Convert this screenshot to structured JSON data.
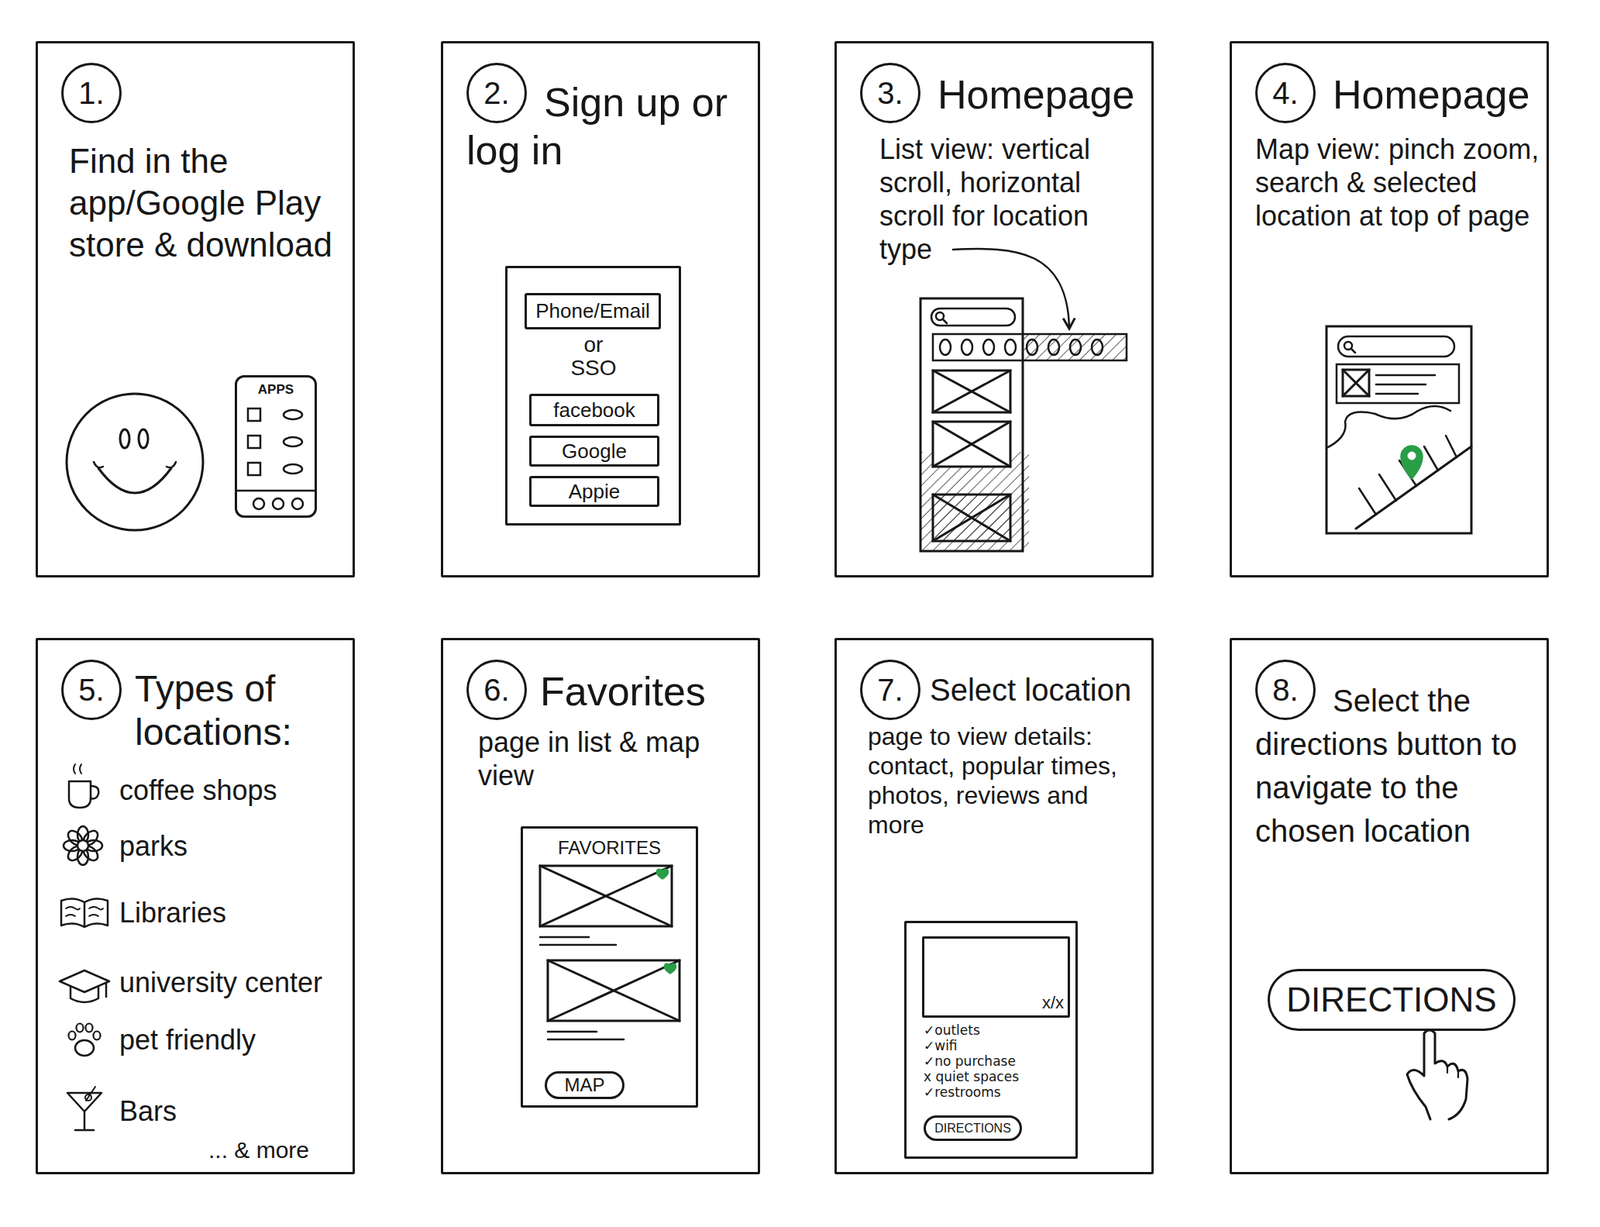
{
  "diagram": {
    "nodes": [
      {
        "text": [
          "1.",
          "Find in the app/Google Play store & download"
        ]
      },
      {
        "text": [
          "APPS"
        ],
        "in": 0
      },
      {
        "text": [
          "2.",
          "Sign up or log in"
        ]
      },
      {
        "text": [
          "or SSO"
        ],
        "in": 2
      },
      {
        "text": [
          "Phone/Email"
        ],
        "in": 3
      },
      {
        "text": [
          "facebook"
        ],
        "in": 3
      },
      {
        "text": [
          "Google"
        ],
        "in": 3
      },
      {
        "text": [
          "Appie"
        ],
        "in": 3
      },
      {
        "text": [
          "3.",
          "Homepage",
          "List view: vertical scroll, horizontal scroll for location type"
        ]
      },
      {
        "text": [
          "4.",
          "Homepage",
          "Map view: pinch zoom, search & selected location at top of page"
        ]
      },
      {
        "text": [
          "5.",
          "Types of locations:",
          "coffee shops",
          "parks",
          "Libraries",
          "university center",
          "pet friendly",
          "Bars",
          "... & more"
        ]
      },
      {
        "text": [
          "6.",
          "Favorites",
          "page in list & map view"
        ]
      },
      {
        "text": [
          "FAVORITES"
        ],
        "in": 11
      },
      {
        "text": [
          "MAP"
        ],
        "in": 12
      },
      {
        "text": [
          "7.",
          "Select location",
          "page to view details: contact, popular times, photos, reviews and more"
        ]
      },
      {
        "text": [
          "✓outlets",
          "✓wifi",
          "✓no purchase",
          "x quiet spaces",
          "✓restrooms"
        ],
        "in": 14
      },
      {
        "text": [
          "x/x"
        ],
        "in": 15
      },
      {
        "text": [
          "DIRECTIONS"
        ],
        "in": 15
      },
      {
        "text": [
          "8.",
          "Select the directions button to navigate to the chosen location"
        ]
      },
      {
        "text": [
          "DIRECTIONS"
        ],
        "in": 18
      }
    ]
  }
}
